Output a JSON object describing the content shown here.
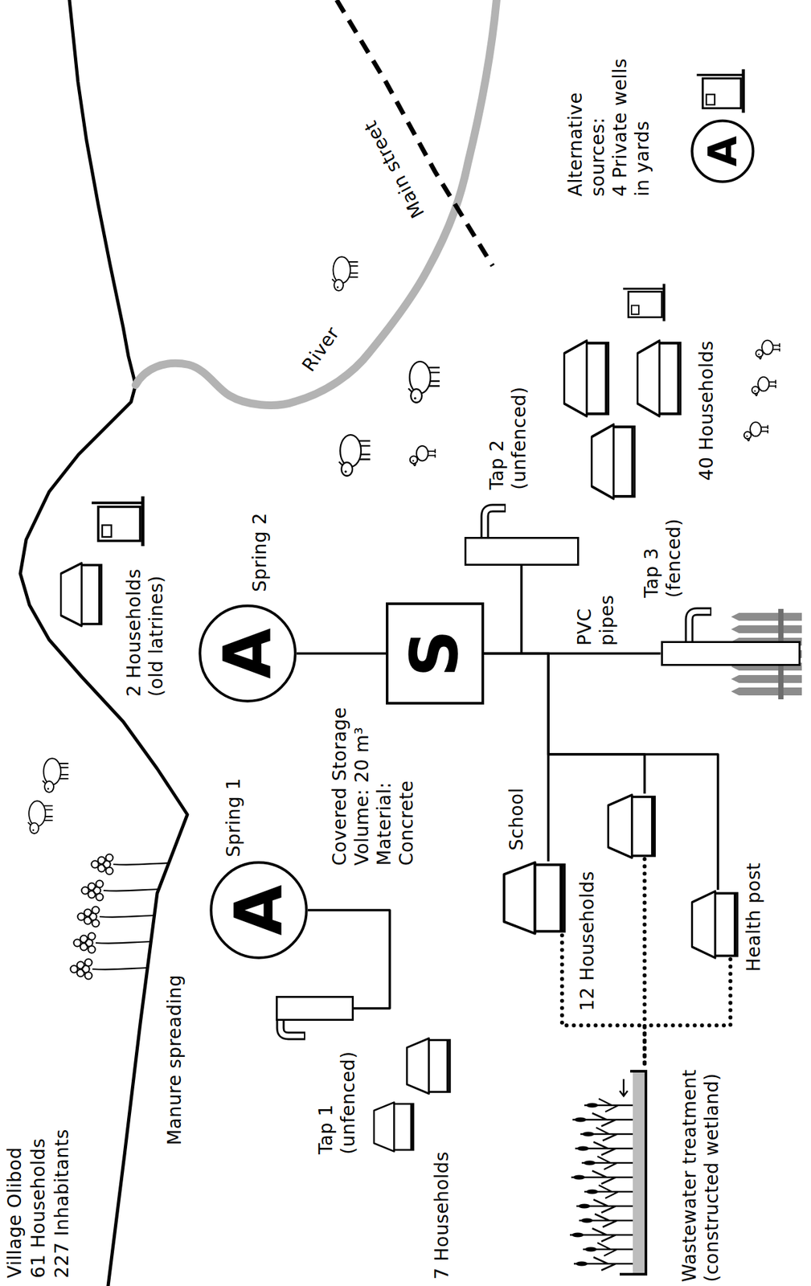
{
  "diagram": {
    "nodes": [
      {
        "text": [
          "A",
          "Spring 1"
        ]
      },
      {
        "text": [
          "A",
          "Spring 2"
        ]
      },
      {
        "text": [
          "S",
          "Covered Storage",
          "Volume: 20 m³",
          "Material: Concrete"
        ]
      },
      {
        "text": [
          "Tap 1 (unfenced)"
        ]
      },
      {
        "text": [
          "Tap 2 (unfenced)"
        ]
      },
      {
        "text": [
          "Tap 3 (fenced)"
        ]
      },
      {
        "text": [
          "School"
        ]
      },
      {
        "text": [
          "12 Households"
        ]
      },
      {
        "text": [
          "Health post"
        ]
      },
      {
        "text": [
          "Wastewater treatment (constructed wetland)"
        ]
      },
      {
        "text": [
          "A",
          "Alternative sources:",
          "4 Private wells in yards"
        ]
      }
    ],
    "edges": [
      {
        "from": 0,
        "to": 3,
        "arrow": "none"
      },
      {
        "from": 1,
        "to": 2,
        "arrow": "none"
      },
      {
        "from": 2,
        "to": 4,
        "arrow": "none"
      },
      {
        "from": 2,
        "to": 5,
        "arrow": "none"
      },
      {
        "from": 2,
        "to": 6,
        "arrow": "none"
      },
      {
        "from": 2,
        "to": 7,
        "arrow": "none"
      },
      {
        "from": 2,
        "to": 8,
        "arrow": "none"
      },
      {
        "from": 6,
        "to": 9,
        "arrow": "none"
      },
      {
        "from": 7,
        "to": 9,
        "arrow": "none"
      },
      {
        "from": 8,
        "to": 9,
        "arrow": "none"
      }
    ],
    "labels": [
      "Village Olibod",
      "61 Households",
      "227 Inhabitants",
      "Manure spreading",
      "7 Households",
      "2 Households (old latrines)",
      "River",
      "Main street",
      "PVC pipes",
      "40 Households"
    ]
  }
}
